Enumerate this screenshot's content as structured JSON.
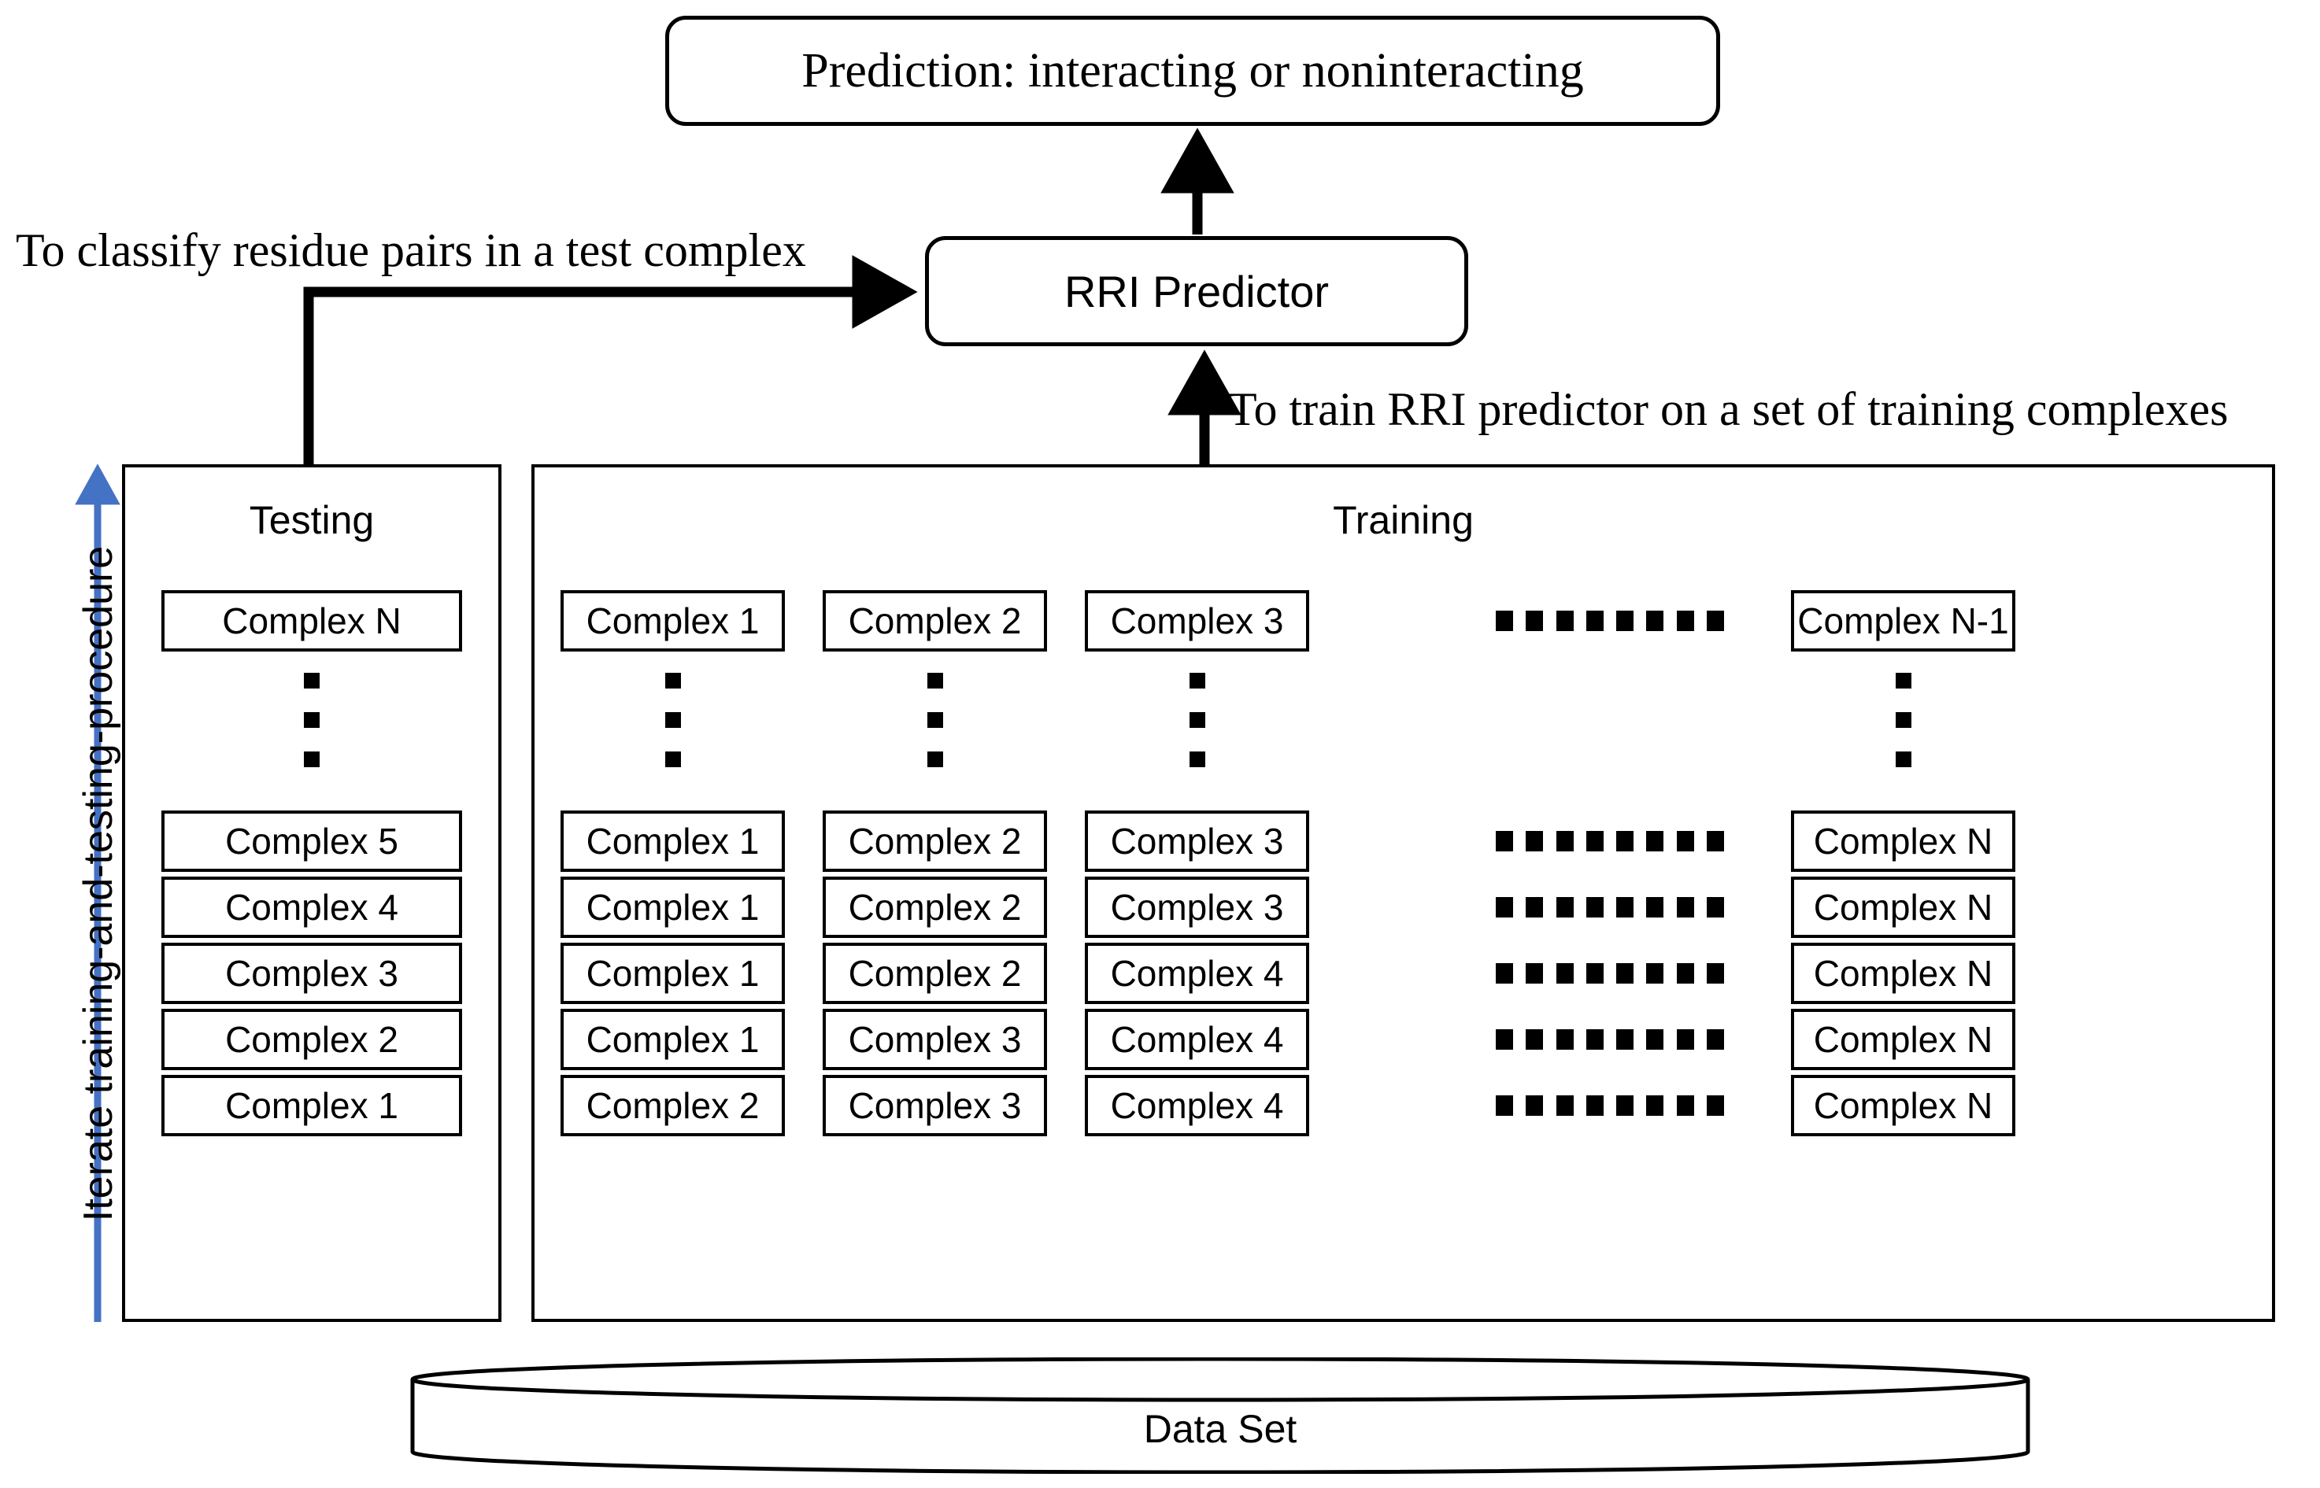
{
  "diagram": {
    "prediction_box": {
      "label": "Prediction: interacting or noninteracting"
    },
    "rri_box": {
      "label": "RRI Predictor"
    },
    "annotations": {
      "classify": "To classify residue pairs in a test complex",
      "train": "To train RRI predictor on a set of training complexes",
      "iterate": "Iterate training-and-testing-procedure"
    },
    "testing_panel": {
      "title": "Testing",
      "cells_top": [
        "Complex N"
      ],
      "cells_bottom": [
        "Complex 5",
        "Complex 4",
        "Complex 3",
        "Complex 2",
        "Complex 1"
      ]
    },
    "training_panel": {
      "title": "Training",
      "columns": 4,
      "rows_top": [
        "Complex 1",
        "Complex 2",
        "Complex 3",
        "Complex N-1"
      ],
      "rows_bottom": [
        [
          "Complex 1",
          "Complex 2",
          "Complex 3",
          "Complex N"
        ],
        [
          "Complex 1",
          "Complex 2",
          "Complex 3",
          "Complex N"
        ],
        [
          "Complex 1",
          "Complex 2",
          "Complex 4",
          "Complex N"
        ],
        [
          "Complex 1",
          "Complex 3",
          "Complex 4",
          "Complex N"
        ],
        [
          "Complex 2",
          "Complex 3",
          "Complex 4",
          "Complex N"
        ]
      ]
    },
    "dataset": {
      "label": "Data Set"
    },
    "colors": {
      "stroke": "#000000",
      "background": "#ffffff",
      "iterate_arrow": "#4472c4"
    },
    "ellipsis": {
      "vertical_dot_count": 3,
      "horizontal_dot_count": 8
    }
  }
}
